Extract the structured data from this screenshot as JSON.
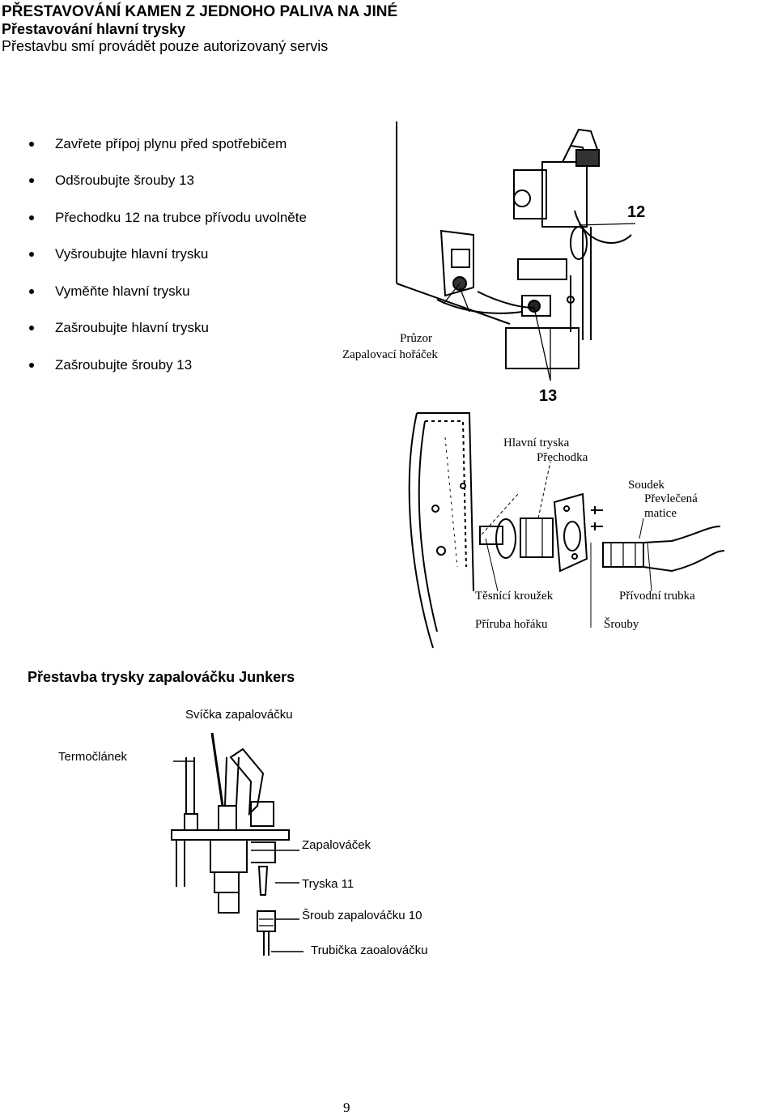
{
  "header": {
    "title": "PŘESTAVOVÁNÍ KAMEN Z JEDNOHO PALIVA NA JINÉ",
    "subtitle": "Přestavování hlavní trysky",
    "note": "Přestavbu smí provádět pouze autorizovaný servis"
  },
  "steps": [
    "Zavřete přípoj plynu před spotřebičem",
    "Odšroubujte šrouby 13",
    "Přechodku 12 na trubce přívodu uvolněte",
    "Vyšroubujte hlavní trysku",
    "Vyměňte hlavní trysku",
    "Zašroubujte hlavní trysku",
    "Zašroubujte šrouby 13"
  ],
  "figure1": {
    "label_12": "12",
    "label_pruzor": "Průzor",
    "label_zapalovaci": "Zapalovací hořáček",
    "label_13": "13"
  },
  "figure2": {
    "hlavni_tryska": "Hlavní tryska",
    "prechodka": "Přechodka",
    "soudek": "Soudek",
    "prevlecena": "Převlečená",
    "matice": "matice",
    "tesnici": "Těsnící kroužek",
    "privodni": "Přívodní trubka",
    "priruba": "Příruba hořáku",
    "srouby": "Šrouby"
  },
  "section2": {
    "title": "Přestavba trysky zapalováčku Junkers"
  },
  "figure3": {
    "svicka": "Svíčka zapalováčku",
    "termoclanek": "Termočlánek",
    "zapalovacek": "Zapalováček",
    "tryska": "Tryska 11",
    "sroub": "Šroub zapalováčku 10",
    "trubicka": "Trubička zaoalováčku"
  },
  "footer": {
    "page_number": "9"
  }
}
